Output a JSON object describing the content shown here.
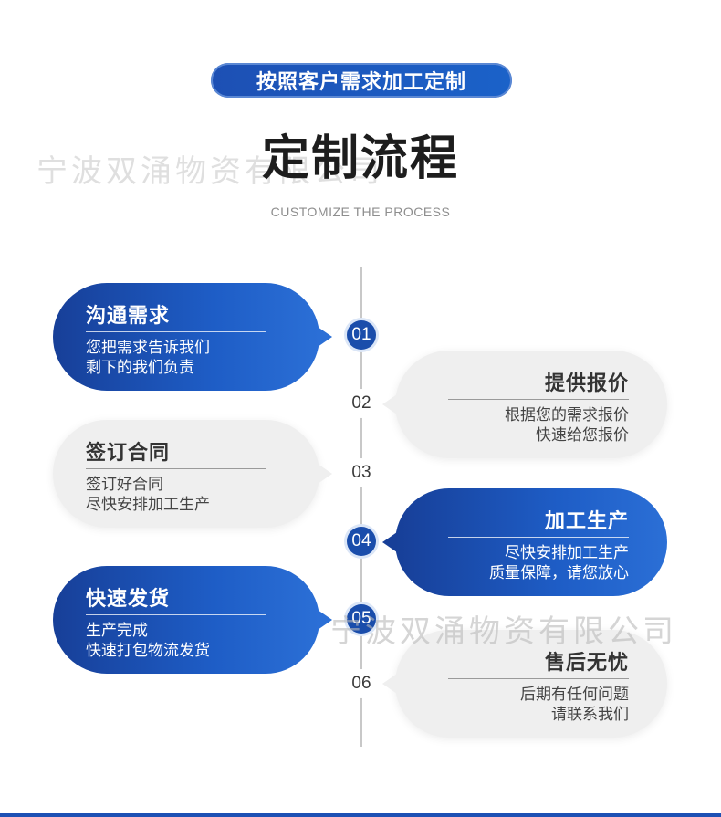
{
  "banner": "按照客户需求加工定制",
  "title": "定制流程",
  "subtitle": "CUSTOMIZE THE PROCESS",
  "watermark_top": "宁波双涌物资有限公司",
  "watermark_bottom": "宁波双涌物资有限公司",
  "steps": [
    {
      "num": "01",
      "title": "沟通需求",
      "line1": "您把需求告诉我们",
      "line2": "剩下的我们负责"
    },
    {
      "num": "02",
      "title": "提供报价",
      "line1": "根据您的需求报价",
      "line2": "快速给您报价"
    },
    {
      "num": "03",
      "title": "签订合同",
      "line1": "签订好合同",
      "line2": "尽快安排加工生产"
    },
    {
      "num": "04",
      "title": "加工生产",
      "line1": "尽快安排加工生产",
      "line2": "质量保障，请您放心"
    },
    {
      "num": "05",
      "title": "快速发货",
      "line1": "生产完成",
      "line2": "快速打包物流发货"
    },
    {
      "num": "06",
      "title": "售后无忧",
      "line1": "后期有任何问题",
      "line2": "请联系我们"
    }
  ],
  "colors": {
    "accent": "#1d50b4",
    "card_grey": "#efefef"
  }
}
